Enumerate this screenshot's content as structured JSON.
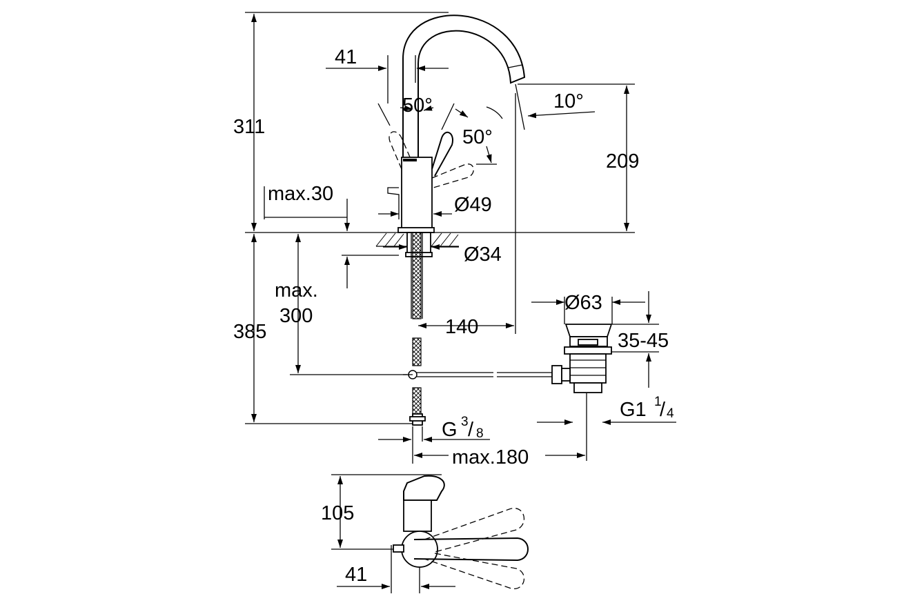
{
  "dimensions": {
    "total_height_above": "311",
    "spout_height": "209",
    "below_counter": "385",
    "max_thickness": "max.30",
    "max_300_line1": "max.",
    "max_300_line2": "300",
    "lever_offset_top": "41",
    "lever_angle_left": "50°",
    "lever_angle_right": "50°",
    "spout_angle": "10°",
    "body_diameter": "Ø49",
    "hole_diameter": "Ø34",
    "spout_reach": "140",
    "waste_diameter": "Ø63",
    "waste_range": "35-45",
    "waste_thread_main": "G1",
    "waste_thread_num": "1",
    "waste_thread_den": "4",
    "hose_thread_main": "G",
    "hose_thread_num": "3",
    "hose_thread_den": "8",
    "max_reach": "max.180",
    "top_view_height": "105",
    "top_view_offset": "41"
  }
}
